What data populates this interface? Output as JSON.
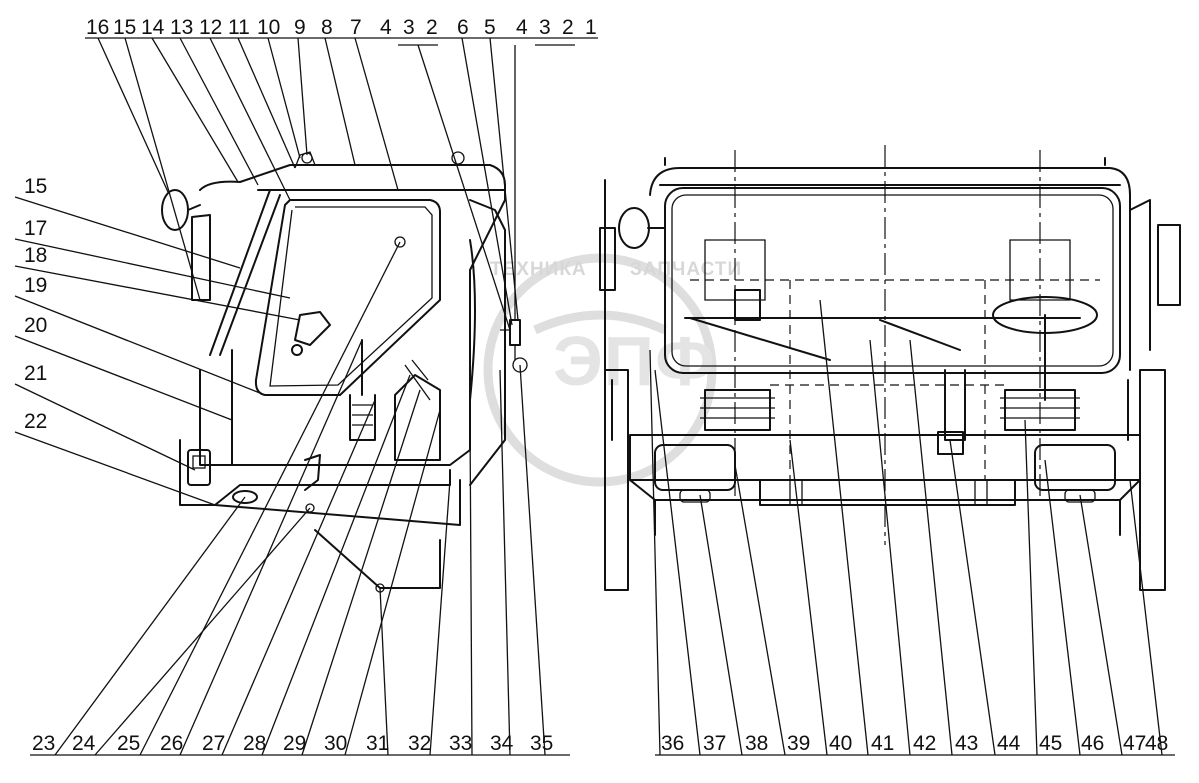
{
  "watermark": {
    "text_left": "ТЕХНИКА",
    "text_right": "ЗАПЧАСТИ",
    "logo_text": "ЭПФ",
    "color": "#d7d7d7"
  },
  "diagram": {
    "line_color": "#111111",
    "background": "#ffffff",
    "top_callouts": [
      "16",
      "15",
      "14",
      "13",
      "12",
      "11",
      "10",
      "9",
      "8",
      "7",
      "4",
      "3",
      "2",
      "6",
      "5",
      "4",
      "3",
      "2",
      "1"
    ],
    "left_callouts": [
      "15",
      "17",
      "18",
      "19",
      "20",
      "21",
      "22"
    ],
    "bottom_left_callouts": [
      "23",
      "24",
      "25",
      "26",
      "27",
      "28",
      "29",
      "30",
      "31",
      "32",
      "33",
      "34",
      "35"
    ],
    "bottom_right_callouts": [
      "36",
      "37",
      "38",
      "39",
      "40",
      "41",
      "42",
      "43",
      "44",
      "45",
      "46",
      "47",
      "48"
    ]
  }
}
